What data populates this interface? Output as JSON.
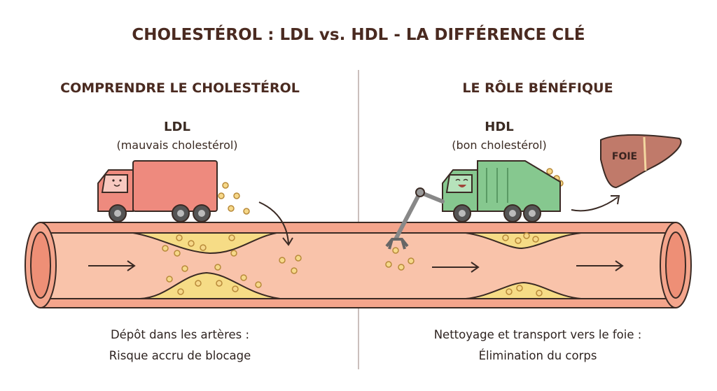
{
  "title": "CHOLESTÉROL : LDL vs. HDL - LA DIFFÉRENCE CLÉ",
  "left": {
    "heading": "COMPRENDRE LE CHOLESTÉROL",
    "label": "LDL",
    "sublabel": "(mauvais cholestérol)",
    "caption_line1": "Dépôt dans les artères :",
    "caption_line2": "Risque accru de blocage"
  },
  "right": {
    "heading": "LE RÔLE BÉNÉFIQUE",
    "label": "HDL",
    "sublabel": "(bon cholestérol)",
    "organ_label": "FOIE",
    "caption_line1": "Nettoyage et transport vers le foie :",
    "caption_line2": "Élimination du corps"
  },
  "colors": {
    "text": "#4a2a20",
    "artery": "#f4a58c",
    "artery_inner": "#f9c3aa",
    "plaque": "#f6dc86",
    "ldl_truck": "#ee8a7e",
    "hdl_truck": "#86c88f",
    "liver": "#c07a6a"
  }
}
